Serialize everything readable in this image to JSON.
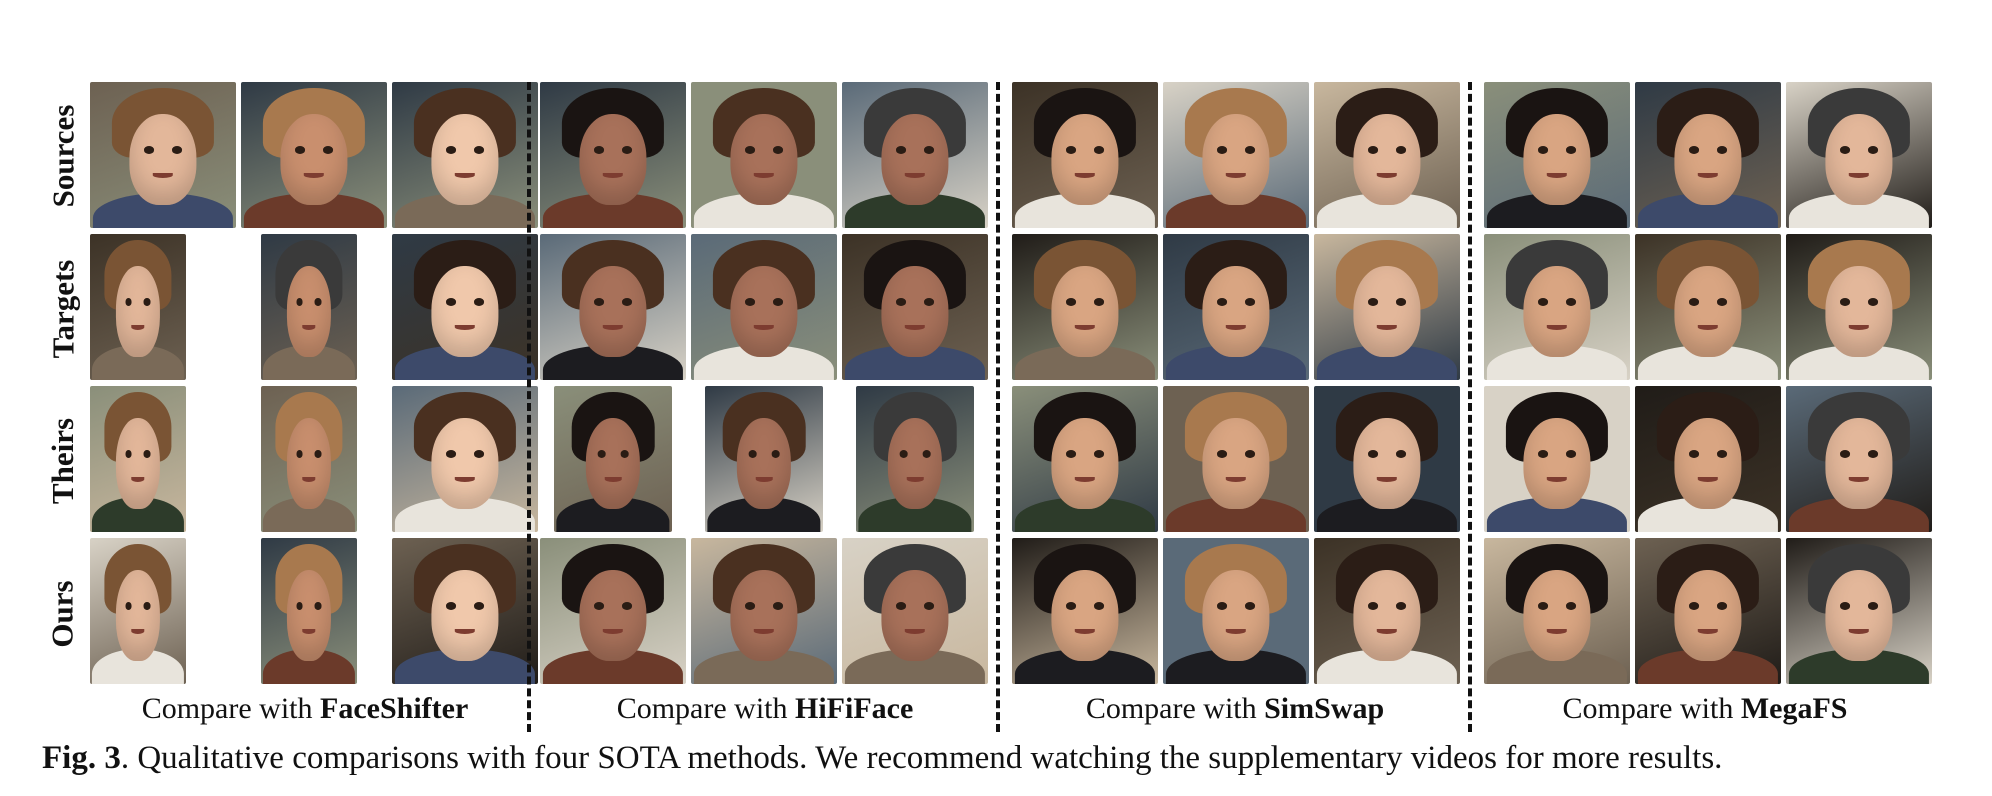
{
  "row_labels": [
    "Sources",
    "Targets",
    "Theirs",
    "Ours"
  ],
  "groups": [
    {
      "prefix": "Compare with ",
      "method": "FaceShifter"
    },
    {
      "prefix": "Compare with ",
      "method": "HiFiFace"
    },
    {
      "prefix": "Compare with ",
      "method": "SimSwap"
    },
    {
      "prefix": "Compare with ",
      "method": "MegaFS"
    }
  ],
  "caption": {
    "label": "Fig. 3",
    "text": ". Qualitative comparisons with four SOTA methods. We recommend watching the supplementary videos for more results."
  },
  "palette": {
    "skin": [
      "#d9a582",
      "#c98f6e",
      "#e3b79a",
      "#b97a58",
      "#f0c8ab",
      "#a8715a"
    ],
    "hair": [
      "#2b1d16",
      "#4a3020",
      "#1a1412",
      "#7a5434",
      "#a8794e",
      "#3a3a3a"
    ],
    "bg": [
      "#6d6152",
      "#2f3a45",
      "#c8b79e",
      "#8a8f7a",
      "#3c3226",
      "#d8d2c6",
      "#5a6a78",
      "#201c18"
    ],
    "cloth": [
      "#1c1c20",
      "#3d4a6a",
      "#e8e4dc",
      "#6b3a2a",
      "#2d3b2a",
      "#7a6a58"
    ]
  }
}
